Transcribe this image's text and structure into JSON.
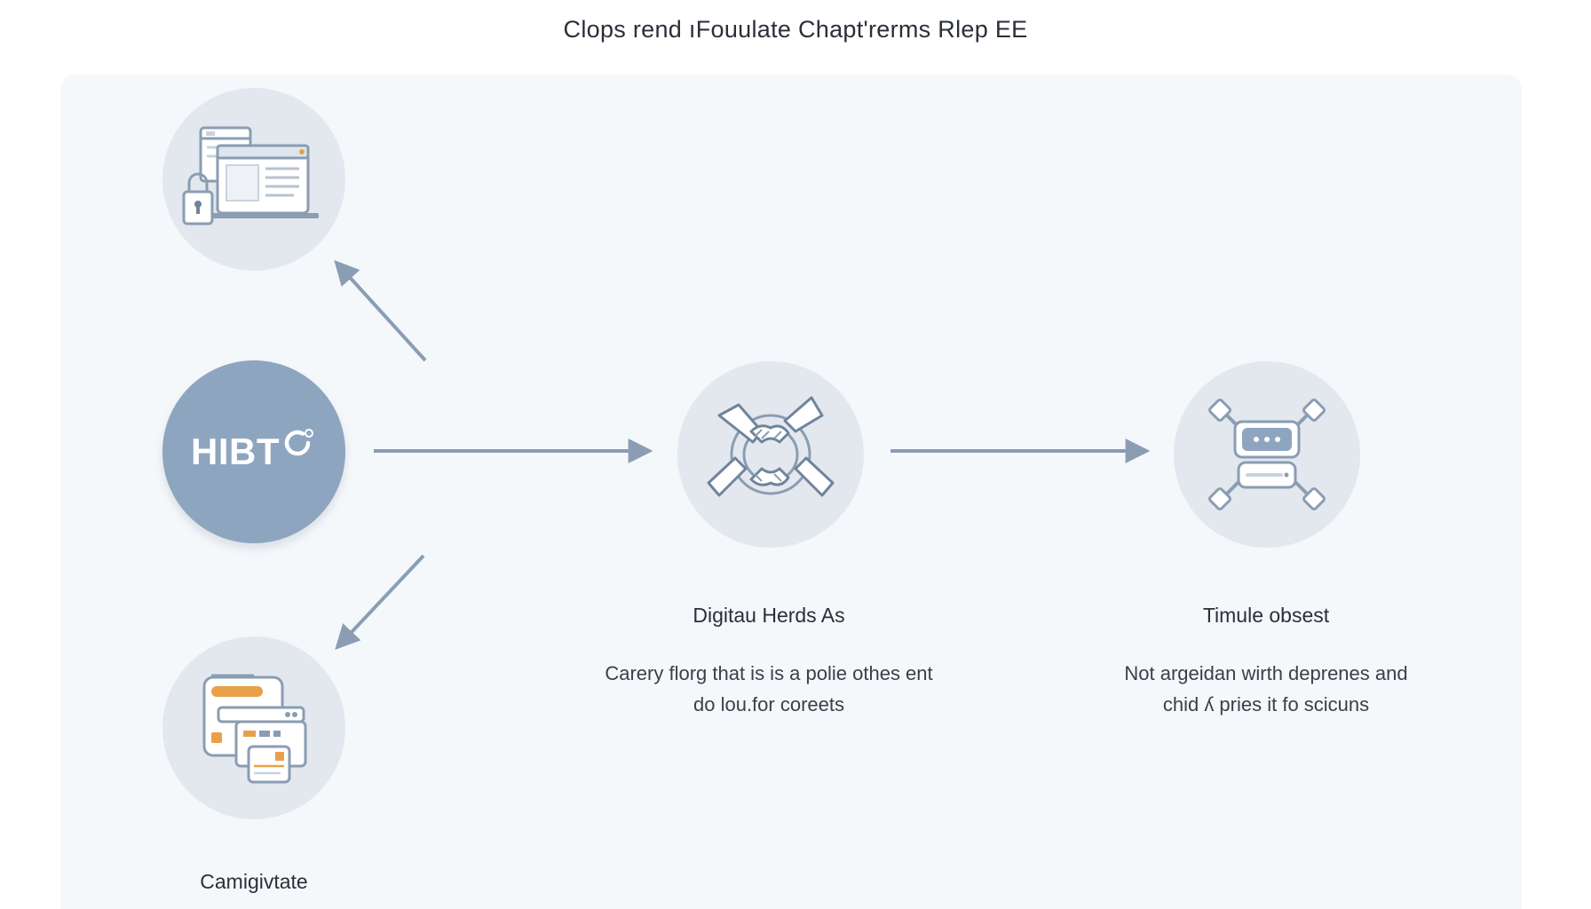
{
  "title": "Clops rend ıFouulate Chapt'rerms Rlep  EE",
  "hub": {
    "label": "HIBT"
  },
  "nodes": {
    "top": {
      "icon": "browser-lock-icon"
    },
    "bottom": {
      "icon": "dashboard-windows-icon",
      "title": "Camigivtate"
    },
    "middle": {
      "icon": "handshake-circle-icon",
      "title": "Digitau Herds As",
      "desc": "Carery florg that is is a polie othes ent\ndo lou.for coreets"
    },
    "right": {
      "icon": "robot-connector-icon",
      "title": "Timule obsest",
      "desc": "Not argeidan wirth deprenes and\nchid ʎ pries it fo scicuns"
    }
  },
  "colors": {
    "arrow": "#8a9db3",
    "circle": "#e3e8ef",
    "hub": "#8ea5bf",
    "accent": "#e9a04a"
  }
}
